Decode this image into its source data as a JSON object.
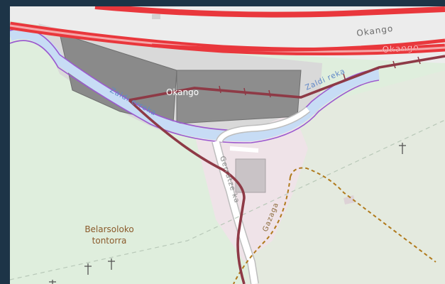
{
  "map": {
    "labels": {
      "road_upper": "Okango",
      "road_lower": "Okango",
      "area": "Okango",
      "stream_west": "Zaldi  erreka",
      "stream_east": "Zaldi   reka",
      "road_south": "Gerratze  ka",
      "path": "Gazaga",
      "hill_line1": "Belarsoloko",
      "hill_line2": "tontorra"
    },
    "colors": {
      "water": "#c7dcf5",
      "boundary": "#9b59d0",
      "motorway": "#e9373c",
      "railway": "#8e3a46",
      "path": "#b07a1c",
      "building": "#8a8a8a",
      "forest": "#dfeedd",
      "meadow": "#e5e9de",
      "residential": "#efe3e8",
      "hill_text": "#8b5a2b"
    }
  }
}
